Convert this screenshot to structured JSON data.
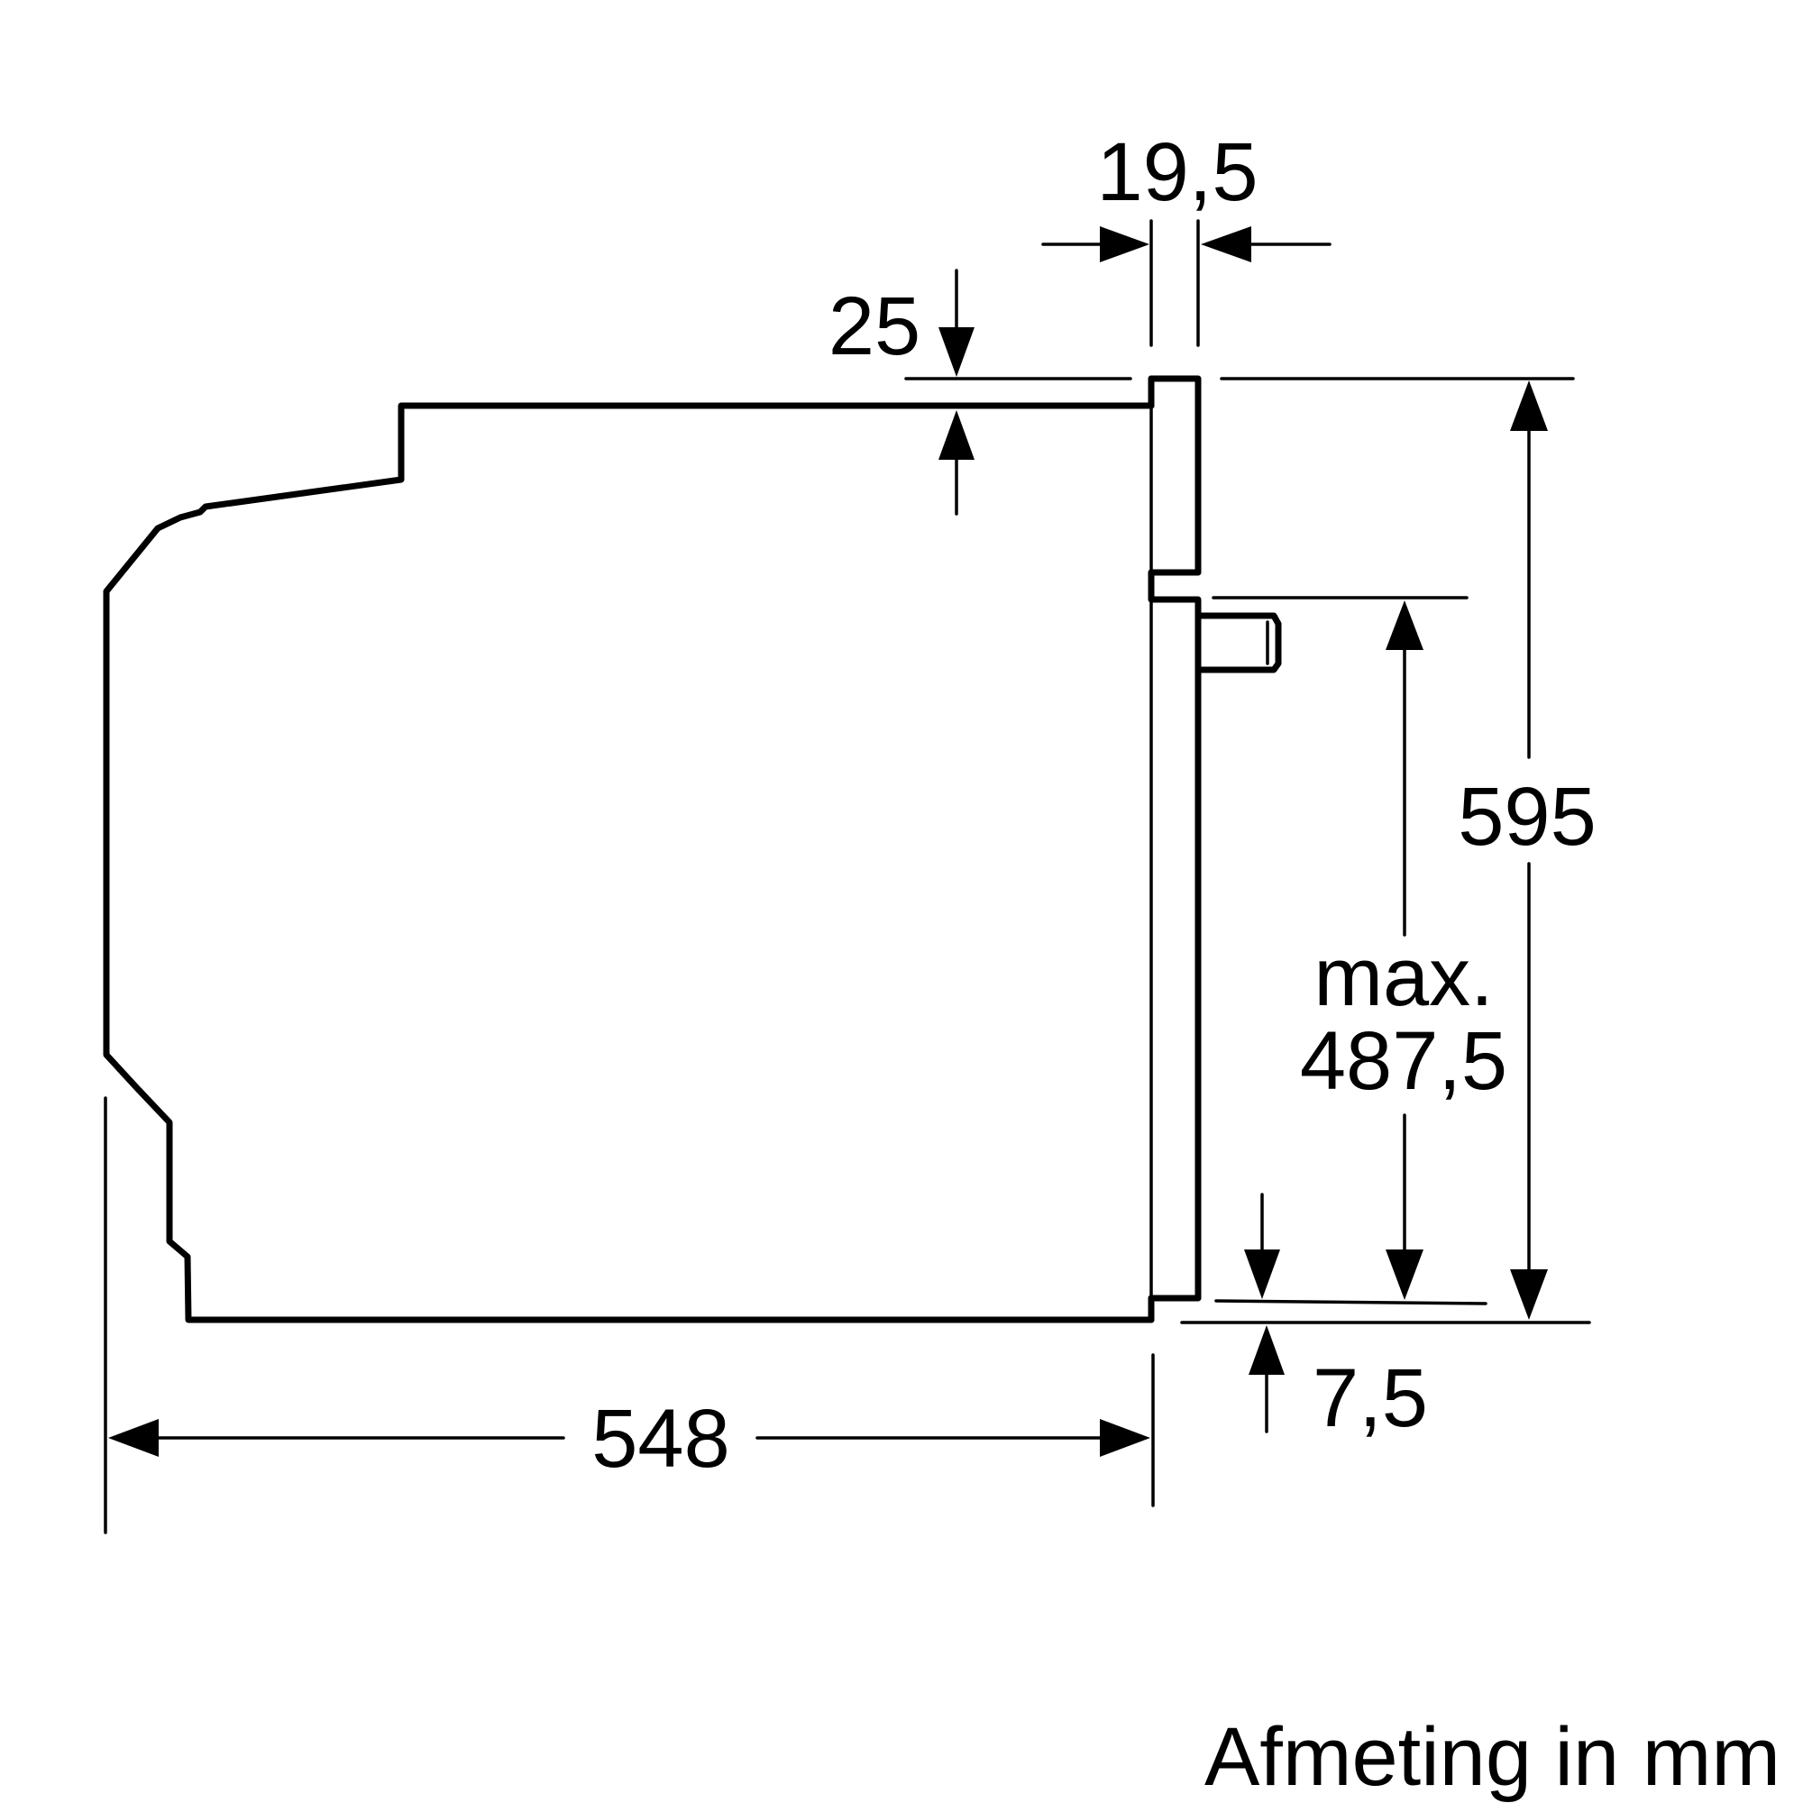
{
  "dimensions": {
    "depth": "548",
    "height": "595",
    "front_thickness": "19,5",
    "top_offset": "25",
    "bottom_offset": "7,5",
    "max_label": "max.",
    "max_value": "487,5"
  },
  "caption": "Afmeting in mm"
}
